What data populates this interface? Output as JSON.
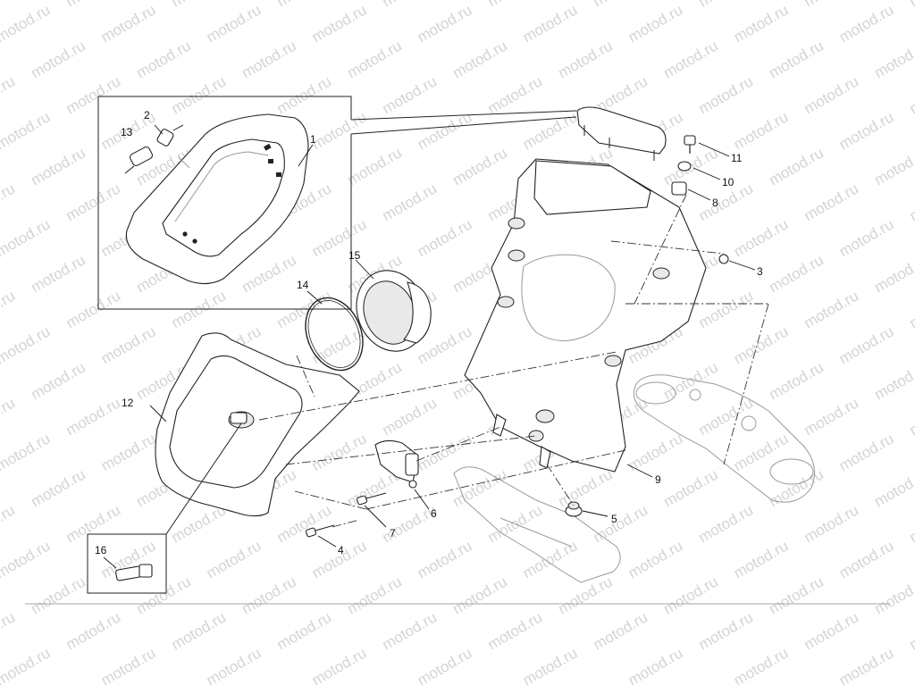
{
  "watermark": {
    "text": "motod.ru",
    "color": "#d4d4d4"
  },
  "callouts": [
    {
      "id": "1",
      "label": "1"
    },
    {
      "id": "2",
      "label": "2"
    },
    {
      "id": "3",
      "label": "3"
    },
    {
      "id": "4",
      "label": "4"
    },
    {
      "id": "5",
      "label": "5"
    },
    {
      "id": "6",
      "label": "6"
    },
    {
      "id": "7",
      "label": "7"
    },
    {
      "id": "8",
      "label": "8"
    },
    {
      "id": "9",
      "label": "9"
    },
    {
      "id": "10",
      "label": "10"
    },
    {
      "id": "11",
      "label": "11"
    },
    {
      "id": "12",
      "label": "12"
    },
    {
      "id": "13",
      "label": "13"
    },
    {
      "id": "14",
      "label": "14"
    },
    {
      "id": "15",
      "label": "15"
    },
    {
      "id": "16",
      "label": "16"
    }
  ]
}
